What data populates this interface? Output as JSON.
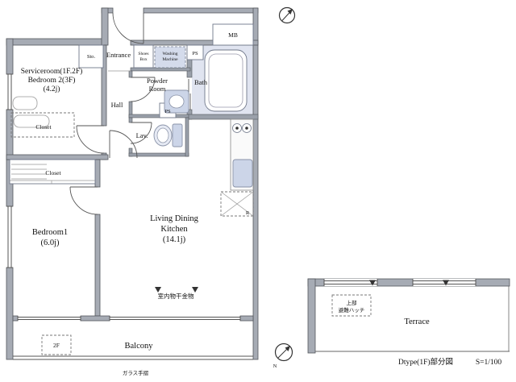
{
  "labels": {
    "sr1": "Serviceroom(1F.2F)",
    "sr2": "Bedroom 2(3F)",
    "sr3": "(4.2j)",
    "closet_a": "Closet",
    "closet_b": "Closet",
    "br1a": "Bedroom1",
    "br1b": "(6.0j)",
    "ldk1": "Living Dining",
    "ldk2": "Kitchen",
    "ldk3": "(14.1j)",
    "entrance": "Entrance",
    "hall": "Hall",
    "sto": "Sto.",
    "shoes1": "Shoes",
    "shoes2": "Box",
    "wash1": "Washing",
    "wash2": "Machine",
    "ps_a": "PS",
    "ps_b": "PS",
    "mb": "MB",
    "powder1": "Powder",
    "powder2": "Room",
    "bath": "Bath",
    "lav": "Lav.",
    "fridge": "R",
    "drying": "室内物干金物",
    "balcony": "Balcony",
    "hatch2f": "2F",
    "glass_rail": "ガラス手摺",
    "terrace": "Terrace",
    "hatch_up1": "上部",
    "hatch_up2": "避難ハッチ",
    "caption": "Dtype(1F)部分図",
    "scale": "S=1/100",
    "north": "N"
  },
  "colors": {
    "wall_fill": "#a6abb4",
    "wall_line": "#54575d",
    "fixture_blue": "#ccd5e8",
    "bath_background": "#e0e4f0",
    "text": "#111111",
    "background": "#ffffff"
  }
}
